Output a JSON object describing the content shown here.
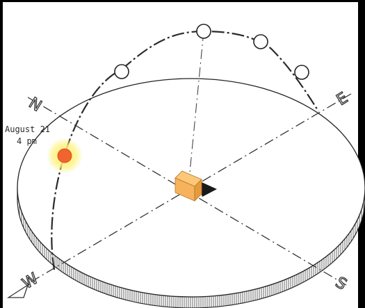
{
  "sun_label": {
    "date": "August 21",
    "time": "4 pm"
  },
  "compass": {
    "north": "N",
    "east": "E",
    "south": "S",
    "west": "W"
  },
  "colors": {
    "sun": "#f0642e",
    "sun_glow": "#fff27a",
    "building": "#f6b25c",
    "building_side": "#e79a3a",
    "shadow": "#1a1a1a",
    "ink": "#222222",
    "border": "#000000"
  },
  "sun_path": {
    "marker_count": 5,
    "icon": "sun-icon"
  }
}
